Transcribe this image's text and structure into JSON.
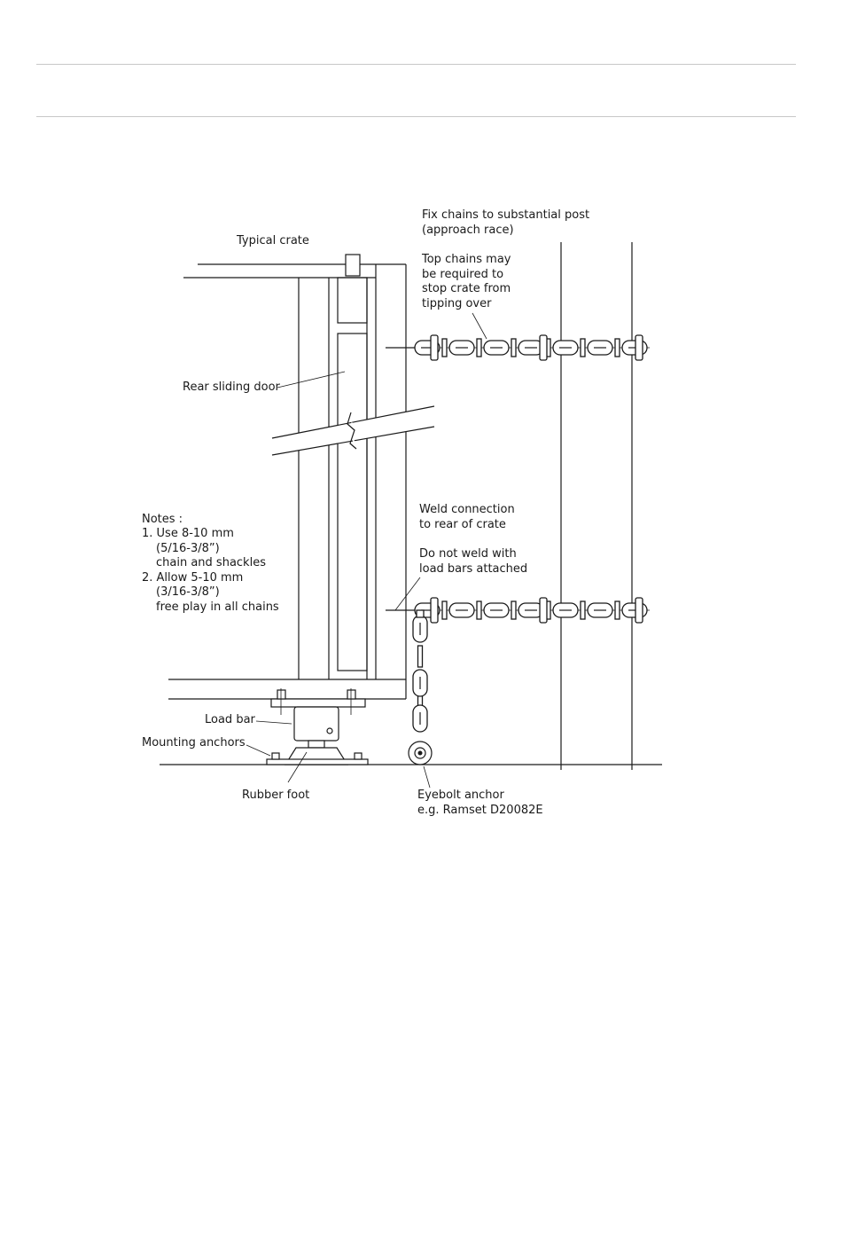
{
  "labels": {
    "typical_crate": "Typical crate",
    "fix_chains_1": "Fix chains to substantial post",
    "fix_chains_2": "(approach race)",
    "top_chains_1": "Top chains may",
    "top_chains_2": "be required to",
    "top_chains_3": "stop crate from",
    "top_chains_4": "tipping over",
    "rear_sliding_door": "Rear sliding door",
    "weld_1": "Weld connection",
    "weld_2": "to rear of crate",
    "no_weld_1": "Do not weld with",
    "no_weld_2": "load bars attached",
    "load_bar": "Load bar",
    "mounting_anchors": "Mounting anchors",
    "rubber_foot": "Rubber foot",
    "eyebolt_1": "Eyebolt anchor",
    "eyebolt_2": "e.g. Ramset D20082E"
  },
  "notes": {
    "heading": "Notes :",
    "n1_a": "1. Use 8-10 mm",
    "n1_b": "(5/16-3/8”)",
    "n1_c": "chain and shackles",
    "n2_a": "2. Allow 5-10 mm",
    "n2_b": "(3/16-3/8”)",
    "n2_c": "free play in all chains"
  }
}
